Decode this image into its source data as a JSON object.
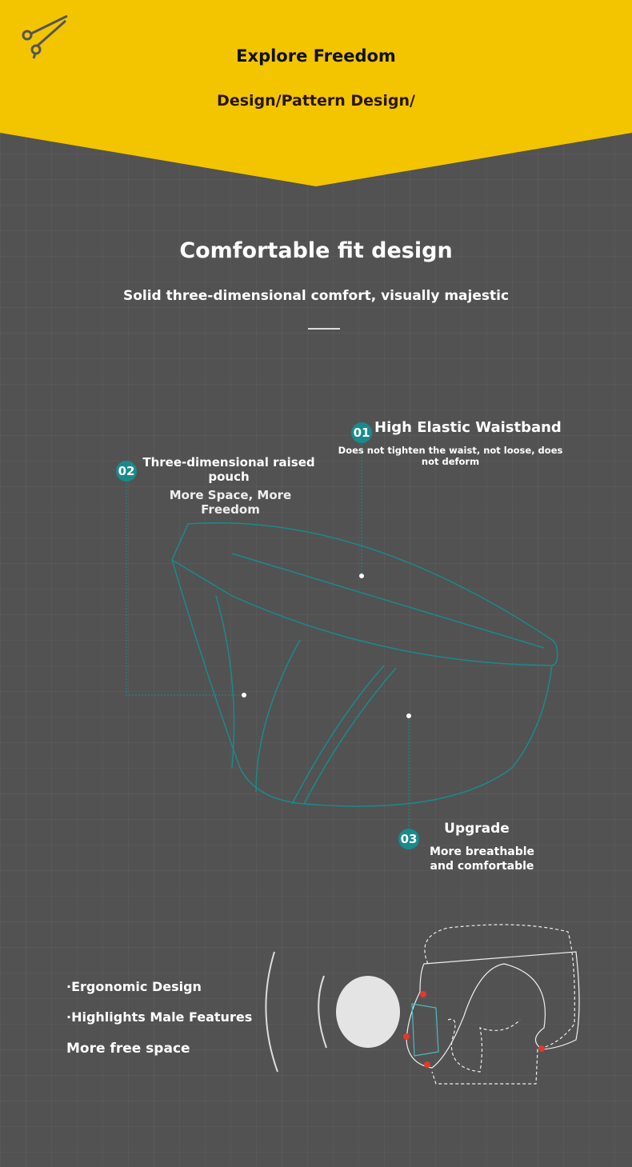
{
  "header": {
    "title": "Explore Freedom",
    "subtitle": "Design/Pattern Design/"
  },
  "section": {
    "title": "Comfortable fit design",
    "subtitle": "Solid three-dimensional comfort, visually majestic"
  },
  "callouts": [
    {
      "num": "01",
      "title": "High Elastic Waistband",
      "desc": "Does not tighten the waist, not loose, does not deform"
    },
    {
      "num": "02",
      "title": "Three-dimensional raised pouch",
      "desc": "More Space, More Freedom"
    },
    {
      "num": "03",
      "title": "Upgrade",
      "desc": "More breathable and comfortable"
    }
  ],
  "features": [
    "·Ergonomic Design",
    "·Highlights Male Features",
    "More free space"
  ],
  "colors": {
    "yellow": "#f2c500",
    "teal": "#1a8a8c",
    "bg": "#525252"
  }
}
